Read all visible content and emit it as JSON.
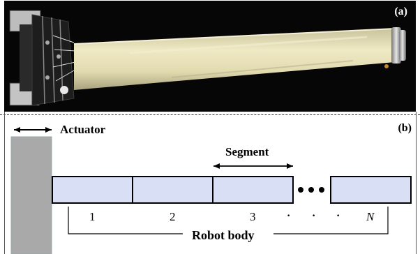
{
  "figure": {
    "panel_a_label": "(a)",
    "panel_b_label": "(b)",
    "actuator_label": "Actuator",
    "segment_label": "Segment",
    "robot_body_label": "Robot body",
    "segments": [
      "1",
      "2",
      "3",
      "N"
    ],
    "dots": [
      "•",
      "•",
      "•"
    ],
    "small_dots": [
      "·",
      "·",
      "·"
    ]
  },
  "colors": {
    "segment_fill": "#d9dff5",
    "actuator_fill": "#a9a9a9",
    "photo_bg": "#050505",
    "body_color": "#e8e2b8"
  }
}
